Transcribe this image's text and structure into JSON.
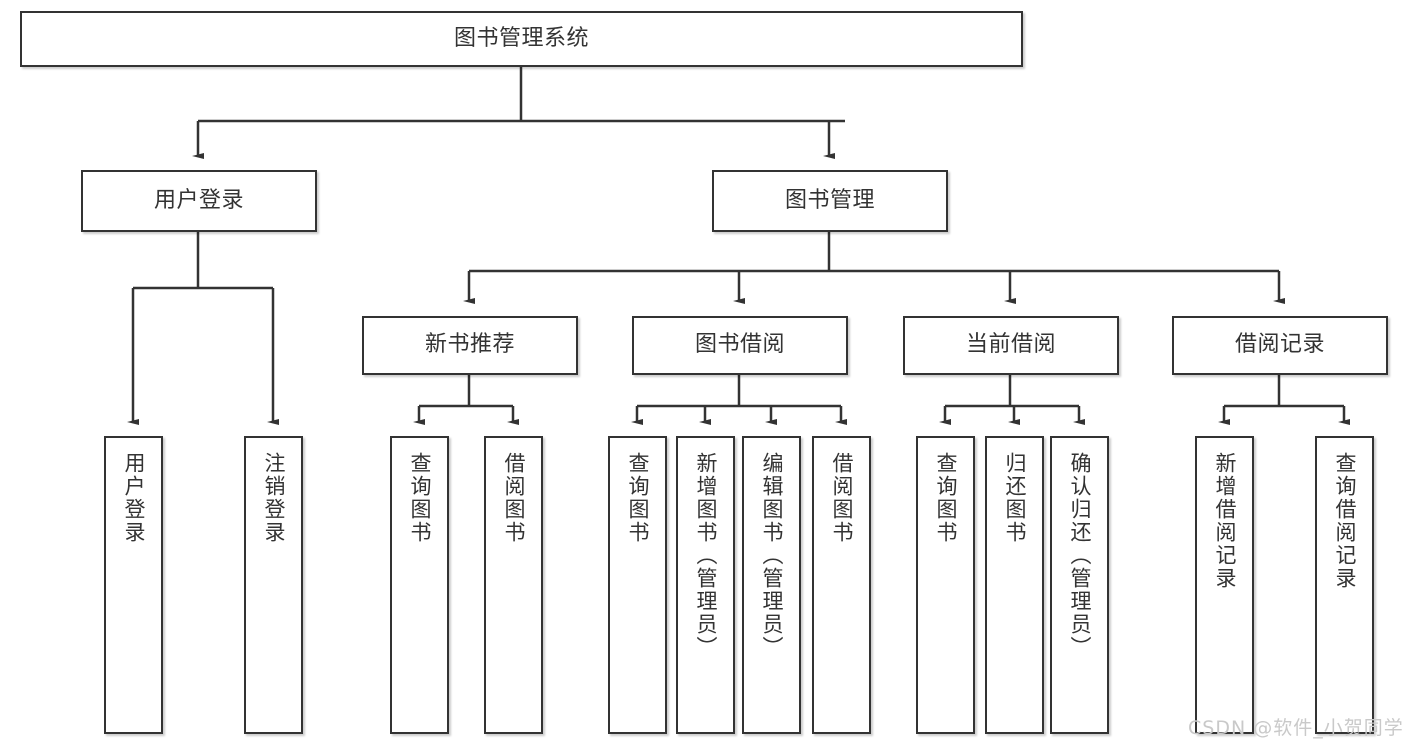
{
  "diagram": {
    "type": "tree-hierarchy",
    "orientation": "top-down",
    "root": {
      "id": "root",
      "label": "图书管理系统",
      "level": 0
    },
    "level1": [
      {
        "id": "user-login",
        "label": "用户登录"
      },
      {
        "id": "book-management",
        "label": "图书管理"
      }
    ],
    "level2": [
      {
        "id": "new-book-recommend",
        "label": "新书推荐",
        "parent": "book-management"
      },
      {
        "id": "book-borrow",
        "label": "图书借阅",
        "parent": "book-management"
      },
      {
        "id": "current-borrow",
        "label": "当前借阅",
        "parent": "book-management"
      },
      {
        "id": "borrow-record",
        "label": "借阅记录",
        "parent": "book-management"
      }
    ],
    "leaves": [
      {
        "id": "leaf-user-login",
        "label": "用户登录",
        "parent": "user-login"
      },
      {
        "id": "leaf-logout-login",
        "label": "注销登录",
        "parent": "user-login"
      },
      {
        "id": "leaf-query-book-1",
        "label": "查询图书",
        "parent": "new-book-recommend"
      },
      {
        "id": "leaf-borrow-book-1",
        "label": "借阅图书",
        "parent": "new-book-recommend"
      },
      {
        "id": "leaf-query-book-2",
        "label": "查询图书",
        "parent": "book-borrow"
      },
      {
        "id": "leaf-add-book",
        "label": "新增图书（管理员）",
        "parent": "book-borrow"
      },
      {
        "id": "leaf-edit-book",
        "label": "编辑图书（管理员）",
        "parent": "book-borrow"
      },
      {
        "id": "leaf-borrow-book-2",
        "label": "借阅图书",
        "parent": "book-borrow"
      },
      {
        "id": "leaf-query-book-3",
        "label": "查询图书",
        "parent": "current-borrow"
      },
      {
        "id": "leaf-return-book",
        "label": "归还图书",
        "parent": "current-borrow"
      },
      {
        "id": "leaf-confirm-return",
        "label": "确认归还（管理员）",
        "parent": "current-borrow"
      },
      {
        "id": "leaf-add-record",
        "label": "新增借阅记录",
        "parent": "borrow-record"
      },
      {
        "id": "leaf-query-record",
        "label": "查询借阅记录",
        "parent": "borrow-record"
      }
    ]
  },
  "watermark": {
    "text": "CSDN @软件_小贺同学"
  },
  "colors": {
    "stroke": "#333333",
    "fill": "#ffffff",
    "text": "#333333",
    "watermark": "#c9c9c9"
  }
}
